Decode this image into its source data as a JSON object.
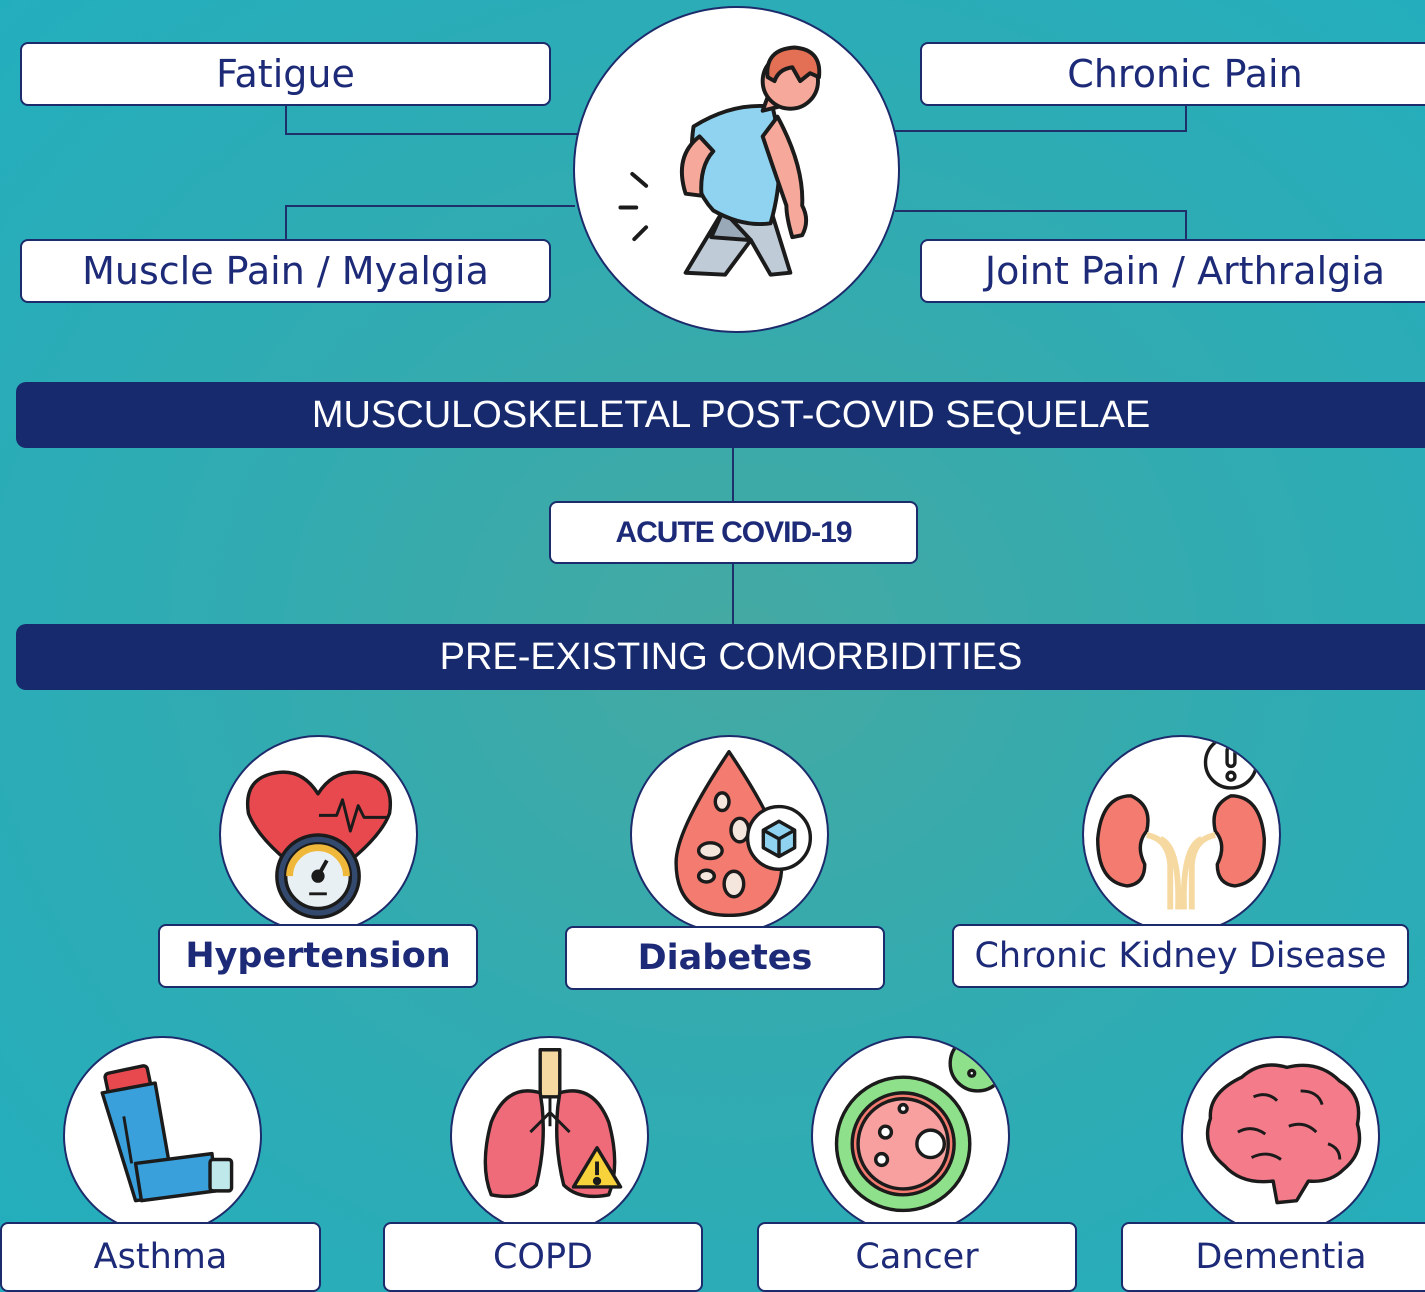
{
  "symptoms": {
    "fatigue": "Fatigue",
    "chronic_pain": "Chronic Pain",
    "muscle_pain": "Muscle Pain / Myalgia",
    "joint_pain": "Joint Pain / Arthralgia"
  },
  "banners": {
    "sequelae": "MUSCULOSKELETAL POST-COVID SEQUELAE",
    "comorbidities": "PRE-EXISTING COMORBIDITIES"
  },
  "center": {
    "acute": "ACUTE COVID-19"
  },
  "comorbidities": {
    "hypertension": "Hypertension",
    "diabetes": "Diabetes",
    "ckd": "Chronic Kidney Disease",
    "asthma": "Asthma",
    "copd": "COPD",
    "cancer": "Cancer",
    "dementia": "Dementia"
  },
  "colors": {
    "navy": "#182a6e",
    "label_text": "#1c2a78",
    "background": "#2fabb2"
  },
  "icons": [
    "back-pain-person-icon",
    "heart-pressure-gauge-icon",
    "blood-drop-glucose-icon",
    "kidney-alert-icon",
    "inhaler-icon",
    "lungs-warning-icon",
    "cancer-cell-icon",
    "brain-icon"
  ]
}
